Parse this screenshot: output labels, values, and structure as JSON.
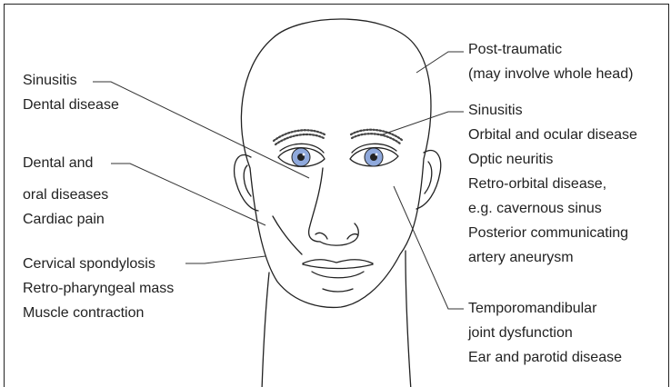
{
  "diagram": {
    "left_labels": {
      "sinus_dental": [
        "Sinusitis",
        "Dental disease"
      ],
      "dental_oral_cardiac": [
        "Dental and",
        "oral diseases",
        "Cardiac pain"
      ],
      "cervical_group": [
        "Cervical spondylosis",
        "Retro-pharyngeal mass",
        "Muscle contraction"
      ]
    },
    "right_labels": {
      "post_traumatic": [
        "Post-traumatic",
        "(may involve whole head)"
      ],
      "orbital_group": [
        "Sinusitis",
        "Orbital and ocular disease",
        "Optic neuritis",
        "Retro-orbital disease,",
        "e.g. cavernous sinus",
        "Posterior communicating",
        "artery aneurysm"
      ],
      "tmj_group": [
        "Temporomandibular",
        "joint dysfunction",
        "Ear and parotid disease"
      ]
    },
    "colors": {
      "line": "#222222",
      "iris": "#8fa9dc",
      "eyebrow": "#444444"
    }
  }
}
